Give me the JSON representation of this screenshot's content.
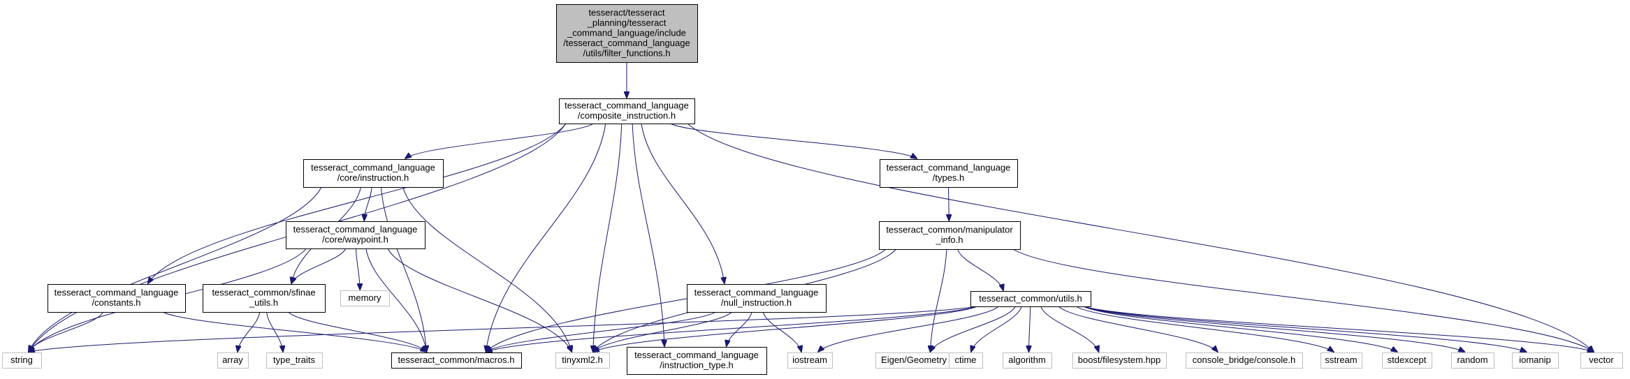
{
  "graph": {
    "colors": {
      "edge": "#191970",
      "root_fill": "#bfbfbf",
      "node_border": "#000000",
      "external_border": "#bfbfbf"
    },
    "nodes": [
      {
        "id": "root",
        "lines": [
          "tesseract/tesseract",
          "_planning/tesseract",
          "_command_language/include",
          "/tesseract_command_language",
          "/utils/filter_functions.h"
        ],
        "kind": "root"
      },
      {
        "id": "composite",
        "lines": [
          "tesseract_command_language",
          "/composite_instruction.h"
        ],
        "kind": "local"
      },
      {
        "id": "core_instruction",
        "lines": [
          "tesseract_command_language",
          "/core/instruction.h"
        ],
        "kind": "local"
      },
      {
        "id": "types",
        "lines": [
          "tesseract_command_language",
          "/types.h"
        ],
        "kind": "local"
      },
      {
        "id": "core_waypoint",
        "lines": [
          "tesseract_command_language",
          "/core/waypoint.h"
        ],
        "kind": "local"
      },
      {
        "id": "manipulator_info",
        "lines": [
          "tesseract_common/manipulator",
          "_info.h"
        ],
        "kind": "local"
      },
      {
        "id": "constants",
        "lines": [
          "tesseract_command_language",
          "/constants.h"
        ],
        "kind": "local"
      },
      {
        "id": "sfinae",
        "lines": [
          "tesseract_common/sfinae",
          "_utils.h"
        ],
        "kind": "local"
      },
      {
        "id": "memory",
        "lines": [
          "memory"
        ],
        "kind": "external"
      },
      {
        "id": "null_instruction",
        "lines": [
          "tesseract_command_language",
          "/null_instruction.h"
        ],
        "kind": "local"
      },
      {
        "id": "utils",
        "lines": [
          "tesseract_common/utils.h"
        ],
        "kind": "local"
      },
      {
        "id": "string",
        "lines": [
          "string"
        ],
        "kind": "external"
      },
      {
        "id": "array",
        "lines": [
          "array"
        ],
        "kind": "external"
      },
      {
        "id": "type_traits",
        "lines": [
          "type_traits"
        ],
        "kind": "external"
      },
      {
        "id": "macros",
        "lines": [
          "tesseract_common/macros.h"
        ],
        "kind": "local"
      },
      {
        "id": "tinyxml2",
        "lines": [
          "tinyxml2.h"
        ],
        "kind": "external"
      },
      {
        "id": "instruction_type",
        "lines": [
          "tesseract_command_language",
          "/instruction_type.h"
        ],
        "kind": "local"
      },
      {
        "id": "iostream",
        "lines": [
          "iostream"
        ],
        "kind": "external"
      },
      {
        "id": "eigen",
        "lines": [
          "Eigen/Geometry"
        ],
        "kind": "external"
      },
      {
        "id": "ctime",
        "lines": [
          "ctime"
        ],
        "kind": "external"
      },
      {
        "id": "algorithm",
        "lines": [
          "algorithm"
        ],
        "kind": "external"
      },
      {
        "id": "boost_fs",
        "lines": [
          "boost/filesystem.hpp"
        ],
        "kind": "external"
      },
      {
        "id": "console_bridge",
        "lines": [
          "console_bridge/console.h"
        ],
        "kind": "external"
      },
      {
        "id": "sstream",
        "lines": [
          "sstream"
        ],
        "kind": "external"
      },
      {
        "id": "stdexcept",
        "lines": [
          "stdexcept"
        ],
        "kind": "external"
      },
      {
        "id": "random",
        "lines": [
          "random"
        ],
        "kind": "external"
      },
      {
        "id": "iomanip",
        "lines": [
          "iomanip"
        ],
        "kind": "external"
      },
      {
        "id": "vector",
        "lines": [
          "vector"
        ],
        "kind": "external"
      }
    ],
    "edges": [
      [
        "root",
        "composite"
      ],
      [
        "composite",
        "core_instruction"
      ],
      [
        "composite",
        "types"
      ],
      [
        "composite",
        "constants"
      ],
      [
        "composite",
        "null_instruction"
      ],
      [
        "composite",
        "string"
      ],
      [
        "composite",
        "macros"
      ],
      [
        "composite",
        "tinyxml2"
      ],
      [
        "composite",
        "instruction_type"
      ],
      [
        "composite",
        "vector"
      ],
      [
        "core_instruction",
        "core_waypoint"
      ],
      [
        "core_instruction",
        "sfinae"
      ],
      [
        "core_instruction",
        "string"
      ],
      [
        "core_instruction",
        "macros"
      ],
      [
        "core_instruction",
        "tinyxml2"
      ],
      [
        "core_waypoint",
        "sfinae"
      ],
      [
        "core_waypoint",
        "memory"
      ],
      [
        "core_waypoint",
        "string"
      ],
      [
        "core_waypoint",
        "macros"
      ],
      [
        "core_waypoint",
        "tinyxml2"
      ],
      [
        "types",
        "manipulator_info"
      ],
      [
        "manipulator_info",
        "utils"
      ],
      [
        "manipulator_info",
        "eigen"
      ],
      [
        "manipulator_info",
        "vector"
      ],
      [
        "manipulator_info",
        "macros"
      ],
      [
        "manipulator_info",
        "tinyxml2"
      ],
      [
        "constants",
        "string"
      ],
      [
        "constants",
        "macros"
      ],
      [
        "sfinae",
        "array"
      ],
      [
        "sfinae",
        "type_traits"
      ],
      [
        "sfinae",
        "macros"
      ],
      [
        "null_instruction",
        "macros"
      ],
      [
        "null_instruction",
        "tinyxml2"
      ],
      [
        "null_instruction",
        "instruction_type"
      ],
      [
        "null_instruction",
        "iostream"
      ],
      [
        "utils",
        "string"
      ],
      [
        "utils",
        "macros"
      ],
      [
        "utils",
        "tinyxml2"
      ],
      [
        "utils",
        "iostream"
      ],
      [
        "utils",
        "eigen"
      ],
      [
        "utils",
        "ctime"
      ],
      [
        "utils",
        "algorithm"
      ],
      [
        "utils",
        "boost_fs"
      ],
      [
        "utils",
        "console_bridge"
      ],
      [
        "utils",
        "sstream"
      ],
      [
        "utils",
        "stdexcept"
      ],
      [
        "utils",
        "random"
      ],
      [
        "utils",
        "iomanip"
      ],
      [
        "utils",
        "vector"
      ]
    ]
  }
}
